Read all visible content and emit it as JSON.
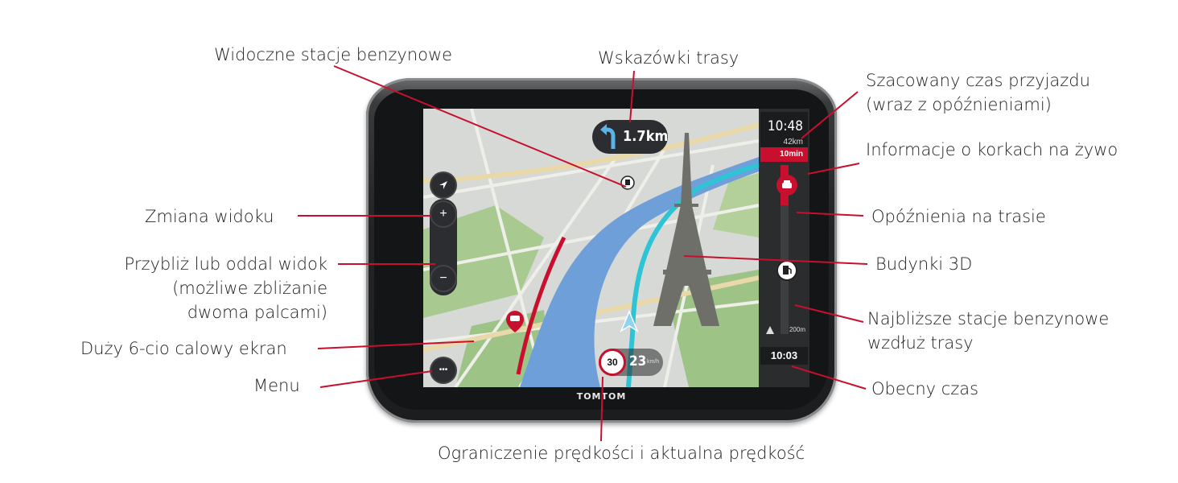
{
  "labels": {
    "fuel_visible": "Widoczne stacje benzynowe",
    "route_guidance": "Wskazówki trasy",
    "eta": [
      "Szacowany czas przyjazdu",
      "(wraz z opóźnieniami)"
    ],
    "traffic_live": "Informacje o korkach na żywo",
    "change_view": "Zmiana widoku",
    "zoom": [
      "Przybliż lub oddal widok",
      "(możliwe zbliżanie",
      "dwoma palcami)"
    ],
    "route_delays": "Opóźnienia na trasie",
    "buildings_3d": "Budynki 3D",
    "big_screen": "Duży 6-cio calowy ekran",
    "nearest_fuel": [
      "Najbliższe stacje benzynowe",
      "wzdłuż trasy"
    ],
    "menu": "Menu",
    "current_time": "Obecny czas",
    "speed": "Ograniczenie prędkości i aktualna prędkość"
  },
  "device": {
    "brand": "TOMTOM",
    "eta_time": "10:48",
    "eta_distance": "42km",
    "delay": "10min",
    "instruction_distance": "1.7km",
    "speed_limit": "30",
    "current_speed": "23",
    "speed_unit": "km/h",
    "next_fuel_distance": "200m",
    "clock": "10:03",
    "zoom_in": "+",
    "zoom_out": "−",
    "menu_dots": "•••"
  },
  "colors": {
    "accent_red": "#c8102e",
    "leader_line": "#c8102e",
    "route_blue": "#2ec4d6",
    "river": "#6f9fd8",
    "park": "#8bb86f"
  }
}
